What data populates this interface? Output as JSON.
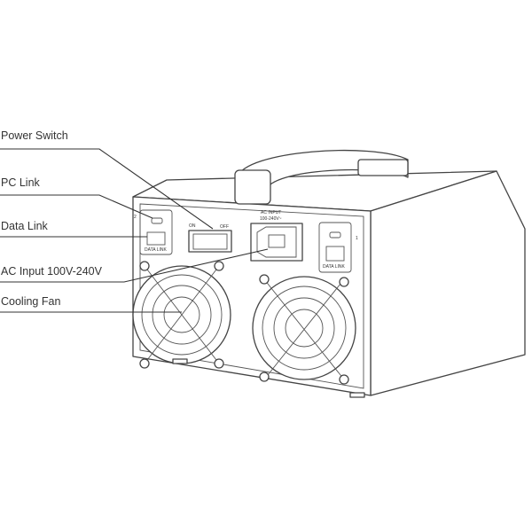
{
  "labels": {
    "power_switch": "Power Switch",
    "pc_link": "PC Link",
    "data_link": "Data Link",
    "ac_input": "AC Input 100V-240V",
    "cooling_fan": "Cooling Fan"
  },
  "panel": {
    "on": "ON",
    "off": "OFF",
    "ac_input_title": "AC INPUT",
    "ac_input_range": "100-240V~",
    "data_link_left": "DATA LINK",
    "data_link_right": "DATA LINK",
    "port_left_number": "2",
    "port_right_number": "1"
  }
}
